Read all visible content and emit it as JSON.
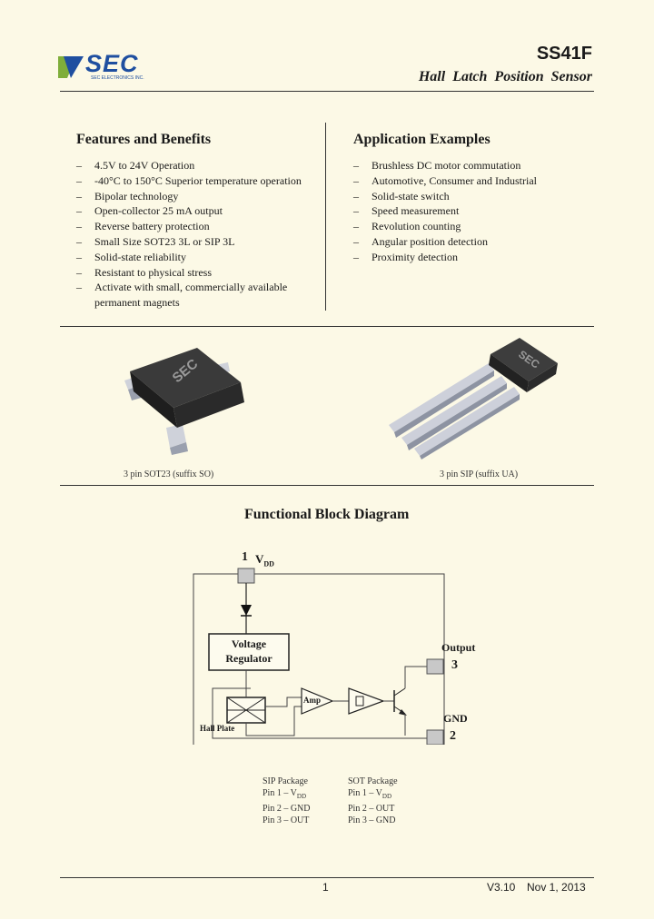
{
  "header": {
    "logo_text": "SEC",
    "logo_sub": "SEC ELECTRONICS INC.",
    "part_number": "SS41F",
    "subtitle": "Hall Latch Position Sensor"
  },
  "features": {
    "heading": "Features and Benefits",
    "items": [
      "4.5V to 24V Operation",
      "-40°C to 150°C Superior temperature operation",
      "Bipolar technology",
      "Open-collector 25 mA output",
      "Reverse battery protection",
      "Small Size SOT23 3L or SIP 3L",
      "Solid-state reliability",
      "Resistant to physical stress",
      "Activate with small, commercially available permanent magnets"
    ]
  },
  "applications": {
    "heading": "Application Examples",
    "items": [
      "Brushless DC motor commutation",
      "Automotive, Consumer and Industrial",
      "Solid-state switch",
      "Speed measurement",
      "Revolution counting",
      "Angular position detection",
      "Proximity detection"
    ]
  },
  "packages": {
    "sot_marking": "SEC",
    "sip_marking": "SEC",
    "sot_caption": "3 pin SOT23 (suffix SO)",
    "sip_caption": "3 pin SIP (suffix UA)"
  },
  "diagram": {
    "title": "Functional Block Diagram",
    "pin1_num": "1",
    "vdd": "V",
    "vdd_sub": "DD",
    "regulator_line1": "Voltage",
    "regulator_line2": "Regulator",
    "amp": "Amp",
    "hall_plate": "Hall Plate",
    "output_label": "Output",
    "pin3_num": "3",
    "gnd_label": "GND",
    "pin2_num": "2"
  },
  "pinout": {
    "sip": [
      "SIP Package",
      "Pin 1 – V",
      "Pin 2 – GND",
      "Pin 3 – OUT"
    ],
    "sip_sub": "DD",
    "sot": [
      "SOT Package",
      "Pin 1 – V",
      "Pin 2 – OUT",
      "Pin 3 – GND"
    ],
    "sot_sub": "DD"
  },
  "footer": {
    "page": "1",
    "version": "V3.10",
    "date": "Nov 1, 2013"
  },
  "colors": {
    "background": "#fcf9e6",
    "logo_blue": "#1f4fa0",
    "logo_green": "#7fae3a",
    "pin_pad": "#c8c8c8"
  }
}
